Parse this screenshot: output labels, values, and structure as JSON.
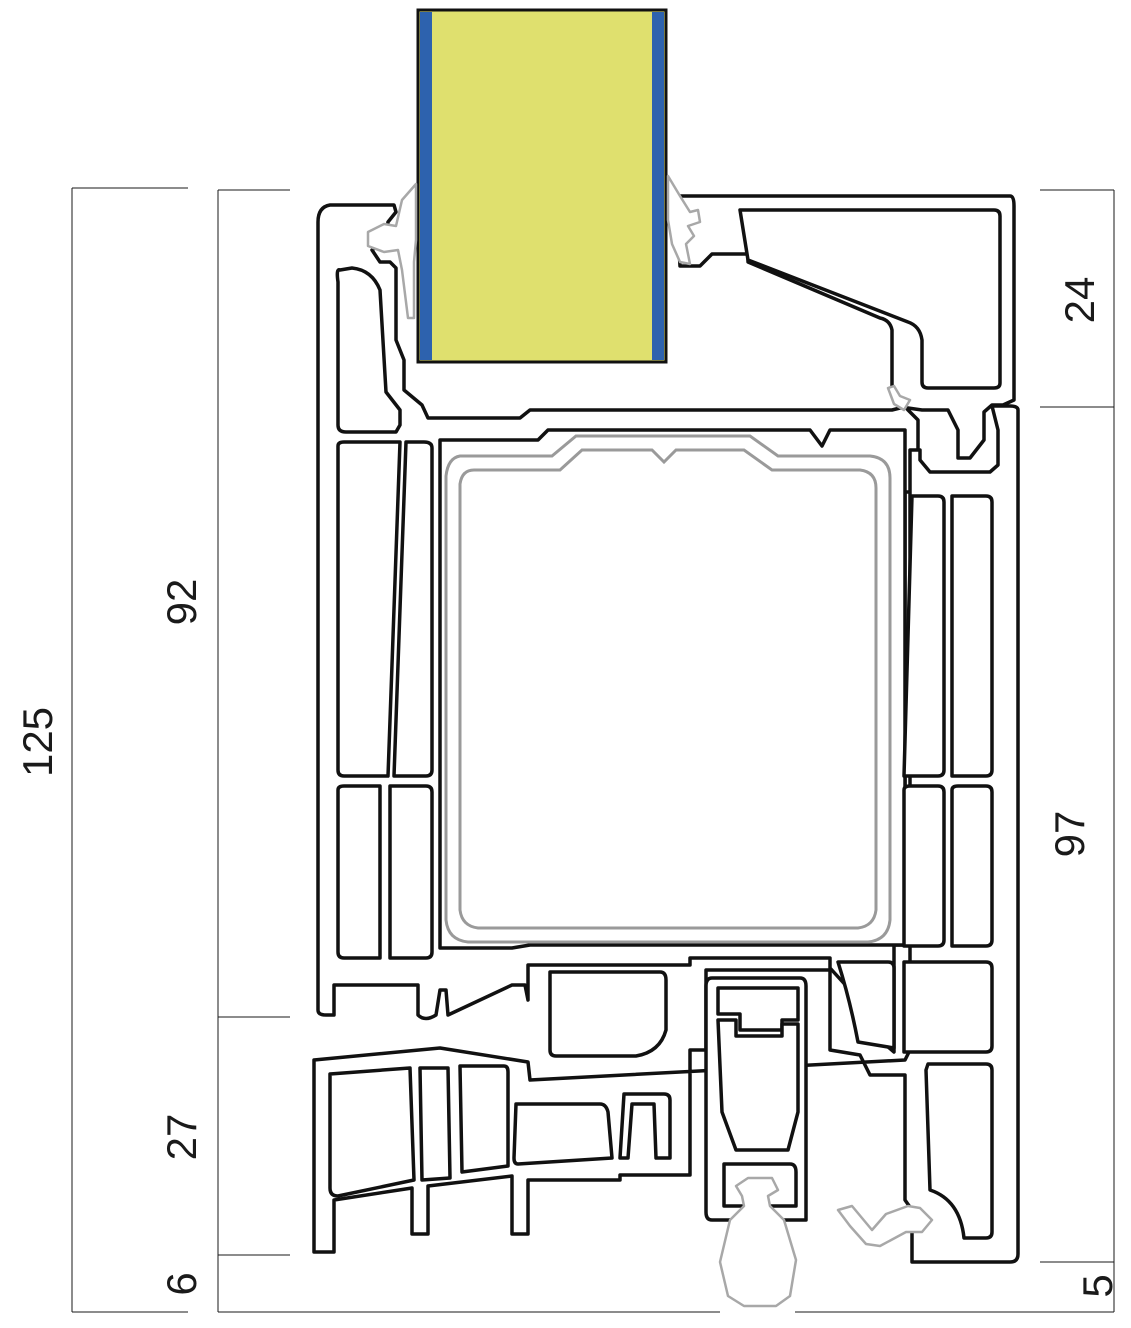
{
  "colors": {
    "line": "#111111",
    "reinforcement": "#9a9a9a",
    "gasket": "#a8a8a8",
    "glass_fill": "#dfe06e",
    "glass_edge": "#2d62ae"
  },
  "dimensions": {
    "overall_height": "125",
    "sash_height": "92",
    "frame_lower": "27",
    "frame_bottom_offset": "6",
    "glazing_rebate": "24",
    "frame_height": "97",
    "bottom_gap": "5"
  }
}
